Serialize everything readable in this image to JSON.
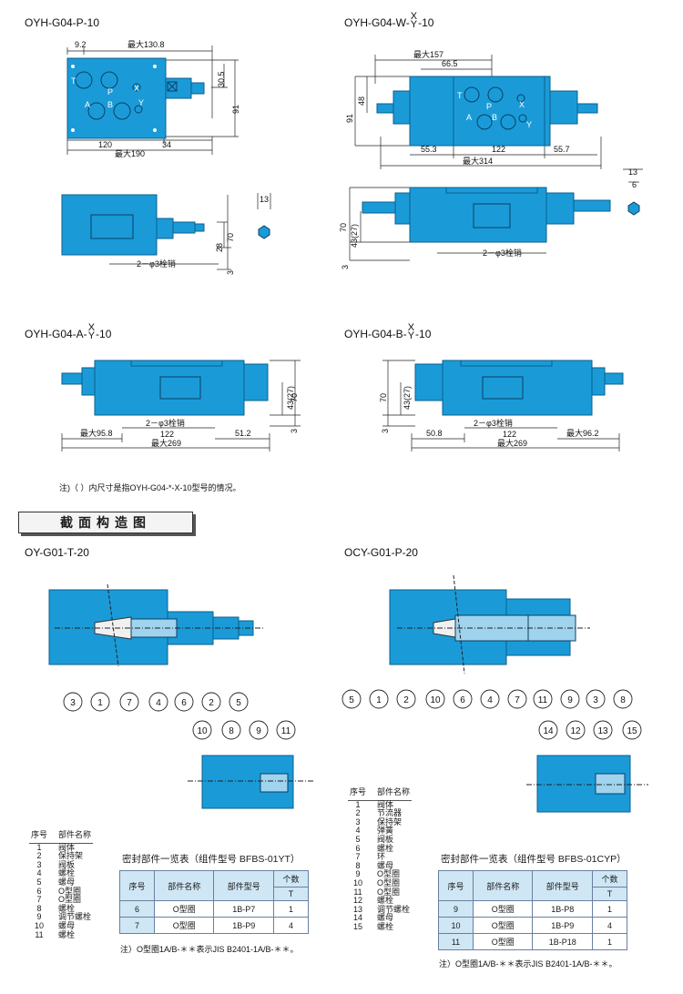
{
  "views": {
    "p": {
      "title": "OYH-G04-P-10",
      "labels": {
        "d9_2": "9.2",
        "max130_8": "最大130.8",
        "d30_5": "30.5",
        "d91": "91",
        "d120": "120",
        "d34": "34",
        "max190": "最大190",
        "d13": "13",
        "d70": "70",
        "d28": "28",
        "d3": "3",
        "pin": "2－φ3栓销",
        "T": "T",
        "P": "P",
        "X": "X",
        "A": "A",
        "B": "B",
        "Y": "Y"
      }
    },
    "w": {
      "title": "OYH-G04-W-",
      "frac_top": "X",
      "frac_bottom": "Y",
      "suffix": "-10",
      "labels": {
        "max157": "最大157",
        "d66_5": "66.5",
        "d48": "48",
        "d91": "91",
        "d55_3": "55.3",
        "d122": "122",
        "d55_7": "55.7",
        "max314": "最大314",
        "d13": "13",
        "d6": "6",
        "d70": "70",
        "d43_27": "43(27)",
        "d3": "3",
        "pin": "2－φ3栓销",
        "T": "T",
        "P": "P",
        "X": "X",
        "A": "A",
        "B": "B",
        "Y": "Y"
      }
    },
    "a": {
      "title": "OYH-G04-A-",
      "frac_top": "X",
      "frac_bottom": "Y",
      "suffix": "-10",
      "labels": {
        "d43_27": "43(27)",
        "d70": "70",
        "d3": "3",
        "max95_8": "最大95.8",
        "pin": "2－φ3栓销",
        "d122": "122",
        "d51_2": "51.2",
        "max269": "最大269"
      }
    },
    "b": {
      "title": "OYH-G04-B-",
      "frac_top": "X",
      "frac_bottom": "Y",
      "suffix": "-10",
      "labels": {
        "d70": "70",
        "d43_27": "43(27)",
        "d3": "3",
        "pin": "2－φ3栓销",
        "d50_8": "50.8",
        "d122": "122",
        "max96_2": "最大96.2",
        "max269": "最大269"
      }
    }
  },
  "note_paren": "注)（ ）内尺寸是指OYH-G04-*-X-10型号的情况。",
  "section_title": "截面构造图",
  "left_section": {
    "title": "OY-G01-T-20",
    "callouts_main": [
      "3",
      "1",
      "7",
      "4",
      "6",
      "2",
      "5"
    ],
    "callouts_detail": [
      "10",
      "8",
      "9",
      "11"
    ],
    "parts_header": {
      "no": "序号",
      "name": "部件名称"
    },
    "parts": [
      {
        "no": "1",
        "name": "阀体"
      },
      {
        "no": "2",
        "name": "保持架"
      },
      {
        "no": "3",
        "name": "阀板"
      },
      {
        "no": "4",
        "name": "螺栓"
      },
      {
        "no": "5",
        "name": "螺母"
      },
      {
        "no": "6",
        "name": "O型圈"
      },
      {
        "no": "7",
        "name": "O型圈"
      },
      {
        "no": "8",
        "name": "螺栓"
      },
      {
        "no": "9",
        "name": "调节螺栓"
      },
      {
        "no": "10",
        "name": "螺母"
      },
      {
        "no": "11",
        "name": "螺栓"
      }
    ],
    "seal_title": "密封部件一览表（组件型号 BFBS-01YT）",
    "seal_headers": {
      "no": "序号",
      "name": "部件名称",
      "model": "部件型号",
      "count": "个数",
      "count_sub": "T"
    },
    "seal_rows": [
      {
        "no": "6",
        "name": "O型圈",
        "model": "1B-P7",
        "count": "1"
      },
      {
        "no": "7",
        "name": "O型圈",
        "model": "1B-P9",
        "count": "4"
      }
    ],
    "seal_note": "注）O型圈1A/B-＊＊表示JIS B2401-1A/B-＊＊。"
  },
  "right_section": {
    "title": "OCY-G01-P-20",
    "callouts_main": [
      "5",
      "1",
      "2",
      "10",
      "6",
      "4",
      "7",
      "11",
      "9",
      "3",
      "8"
    ],
    "callouts_detail": [
      "14",
      "12",
      "13",
      "15"
    ],
    "parts_header": {
      "no": "序号",
      "name": "部件名称"
    },
    "parts": [
      {
        "no": "1",
        "name": "阀体"
      },
      {
        "no": "2",
        "name": "节流器"
      },
      {
        "no": "3",
        "name": "保持架"
      },
      {
        "no": "4",
        "name": "弹簧"
      },
      {
        "no": "5",
        "name": "阀板"
      },
      {
        "no": "6",
        "name": "螺栓"
      },
      {
        "no": "7",
        "name": "环"
      },
      {
        "no": "8",
        "name": "螺母"
      },
      {
        "no": "9",
        "name": "O型圈"
      },
      {
        "no": "10",
        "name": "O型圈"
      },
      {
        "no": "11",
        "name": "O型圈"
      },
      {
        "no": "12",
        "name": "螺栓"
      },
      {
        "no": "13",
        "name": "调节螺栓"
      },
      {
        "no": "14",
        "name": "螺母"
      },
      {
        "no": "15",
        "name": "螺栓"
      }
    ],
    "seal_title": "密封部件一览表（组件型号 BFBS-01CYP）",
    "seal_headers": {
      "no": "序号",
      "name": "部件名称",
      "model": "部件型号",
      "count": "个数",
      "count_sub": "T"
    },
    "seal_rows": [
      {
        "no": "9",
        "name": "O型圈",
        "model": "1B-P8",
        "count": "1"
      },
      {
        "no": "10",
        "name": "O型圈",
        "model": "1B-P9",
        "count": "4"
      },
      {
        "no": "11",
        "name": "O型圈",
        "model": "1B-P18",
        "count": "1"
      }
    ],
    "seal_note": "注）O型圈1A/B-＊＊表示JIS B2401-1A/B-＊＊。"
  },
  "colors": {
    "valve_blue": "#1a9bd7",
    "valve_dark": "#0b5f8f",
    "line": "#222222",
    "table_header": "#cfe6f4"
  }
}
